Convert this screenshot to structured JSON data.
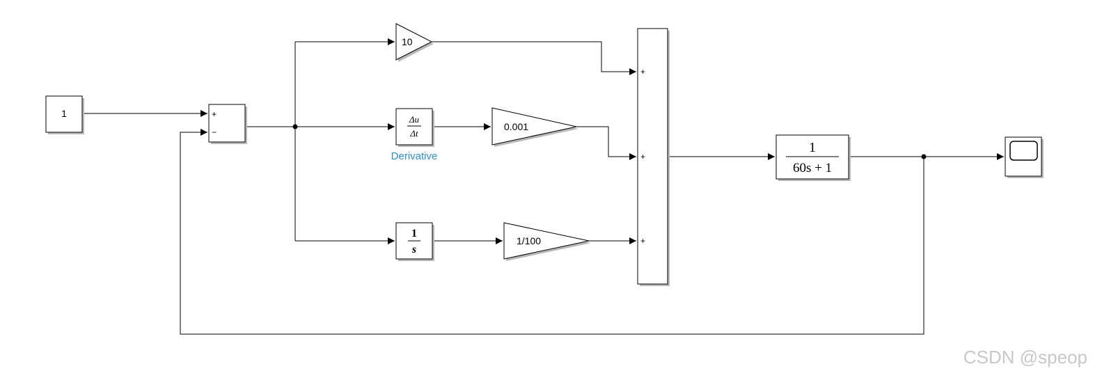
{
  "blocks": {
    "constant": {
      "value": "1"
    },
    "sum_error": {
      "port_plus": "+",
      "port_minus": "−"
    },
    "gain_p": {
      "value": "10"
    },
    "derivative": {
      "num": "Δu",
      "den": "Δt",
      "name": "Derivative"
    },
    "gain_d": {
      "value": "0.001"
    },
    "integrator": {
      "num": "1",
      "den": "s"
    },
    "gain_i": {
      "value": "1/100"
    },
    "sum_pid": {
      "ports": [
        "+",
        "+",
        "+"
      ]
    },
    "plant": {
      "num": "1",
      "den": "60s + 1"
    },
    "scope": {}
  },
  "watermark": "CSDN @speop"
}
